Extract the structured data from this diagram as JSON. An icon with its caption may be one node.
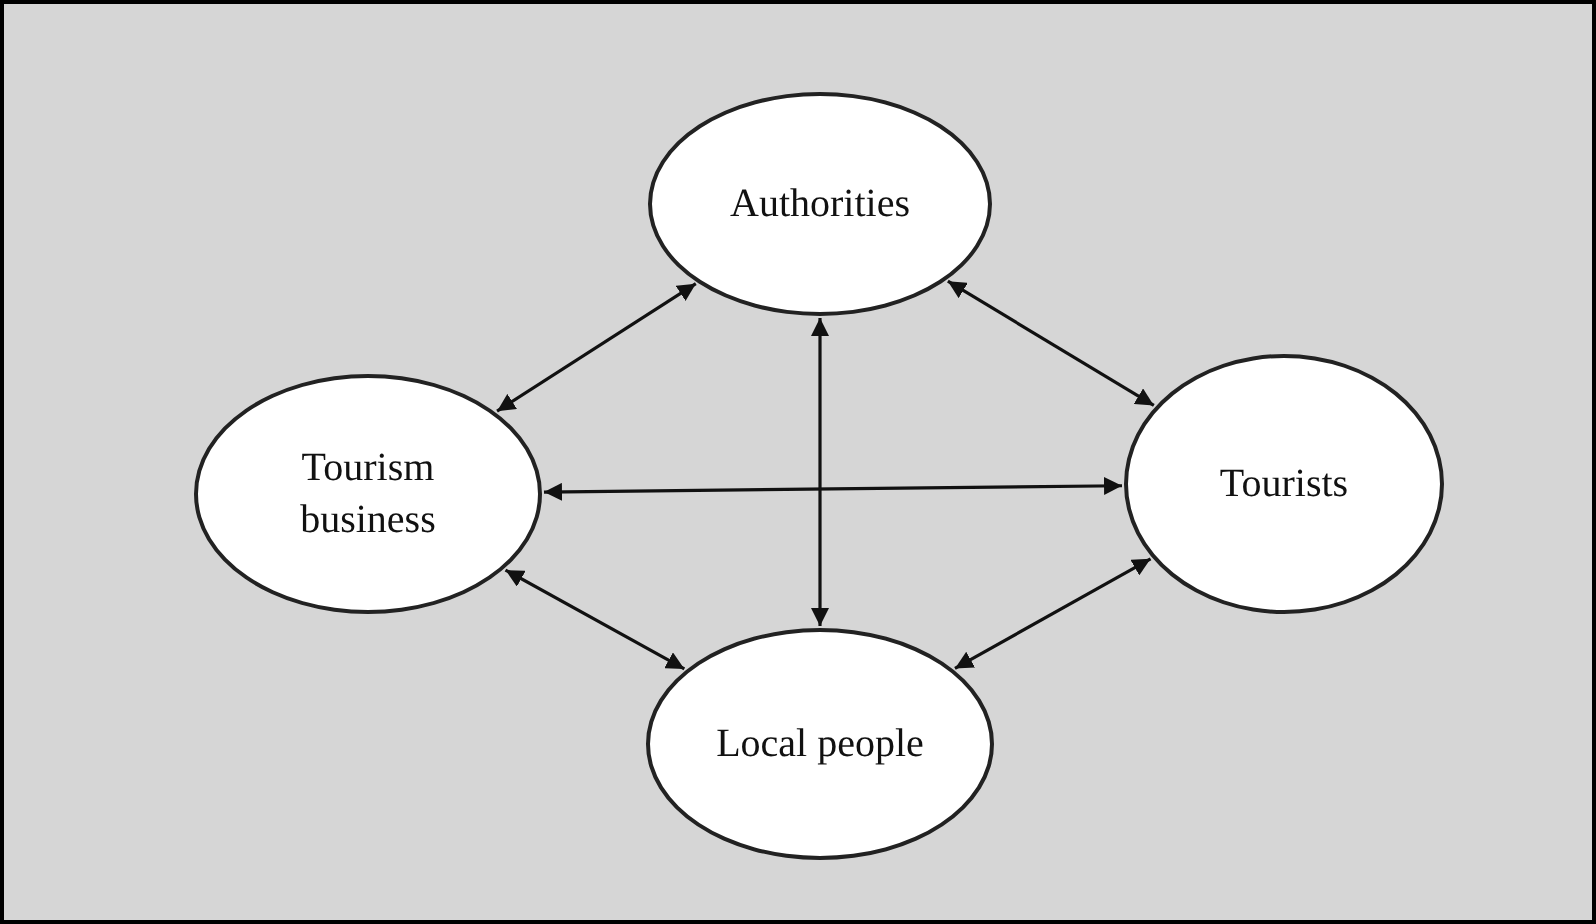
{
  "diagram": {
    "nodes": [
      {
        "text": [
          "Authorities"
        ]
      },
      {
        "text": [
          "Tourism business"
        ]
      },
      {
        "text": [
          "Tourists"
        ]
      },
      {
        "text": [
          "Local people"
        ]
      }
    ],
    "edges": [
      {
        "from": 0,
        "to": 1,
        "arrow": "both"
      },
      {
        "from": 0,
        "to": 2,
        "arrow": "both"
      },
      {
        "from": 1,
        "to": 2,
        "arrow": "both"
      },
      {
        "from": 0,
        "to": 3,
        "arrow": "both"
      },
      {
        "from": 1,
        "to": 3,
        "arrow": "both"
      },
      {
        "from": 2,
        "to": 3,
        "arrow": "both"
      }
    ]
  }
}
